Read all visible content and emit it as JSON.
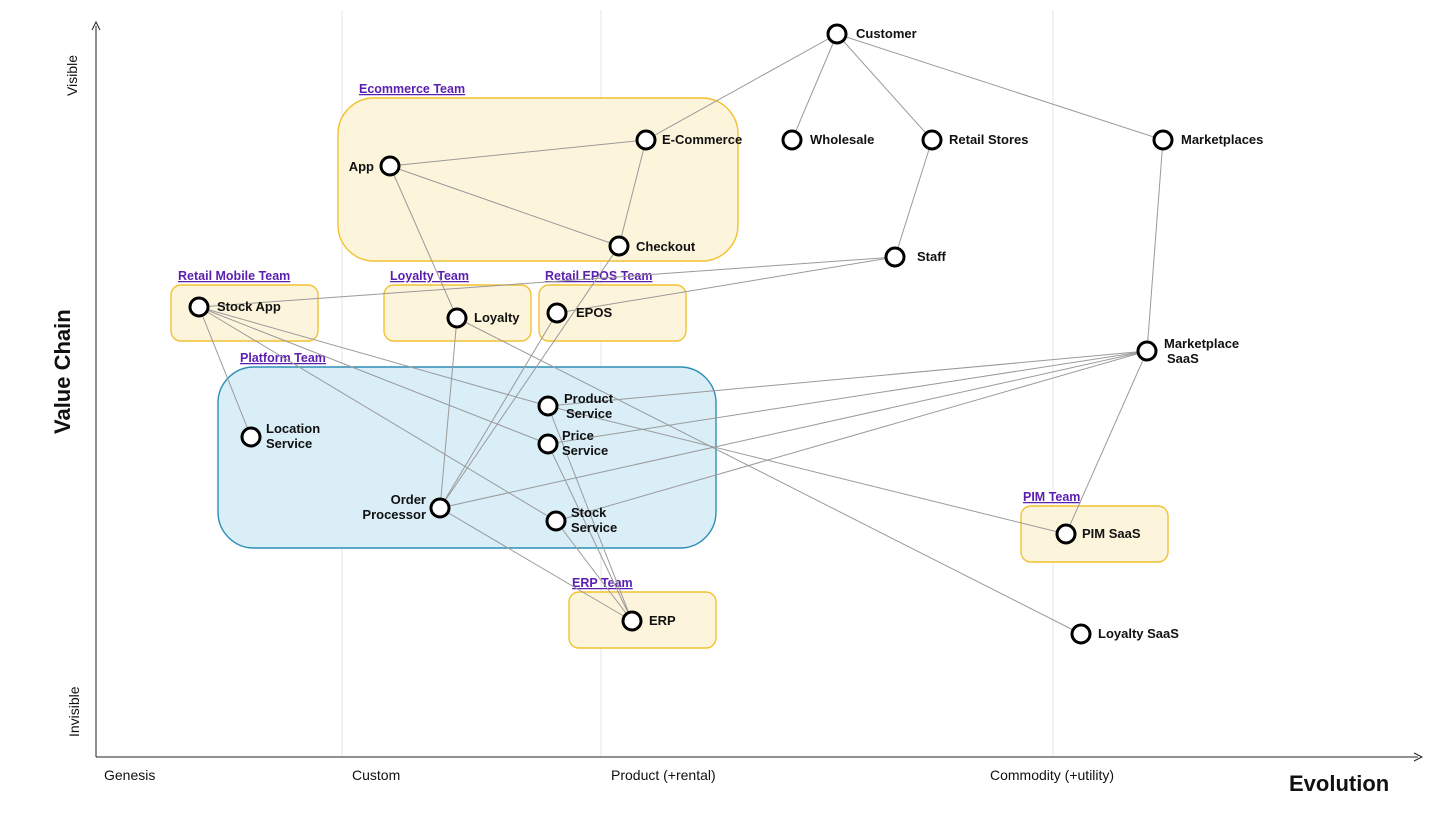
{
  "axes": {
    "x_title": "Evolution",
    "y_title": "Value Chain",
    "y_top": "Visible",
    "y_bottom": "Invisible",
    "stages": [
      "Genesis",
      "Custom",
      "Product (+rental)",
      "Commodity (+utility)"
    ]
  },
  "colors": {
    "team_fill": "#fdf4dc",
    "team_stroke": "#f2c230",
    "platform_fill": "#d9eef7",
    "platform_stroke": "#2e8fb5",
    "team_label": "#5b1fb0"
  },
  "teams": [
    {
      "id": "ecommerce",
      "label": "Ecommerce Team",
      "style": "team"
    },
    {
      "id": "retail_mobile",
      "label": "Retail Mobile Team",
      "style": "team"
    },
    {
      "id": "loyalty",
      "label": "Loyalty Team",
      "style": "team"
    },
    {
      "id": "retail_epos",
      "label": "Retail EPOS Team",
      "style": "team"
    },
    {
      "id": "platform",
      "label": "Platform Team",
      "style": "platform"
    },
    {
      "id": "pim",
      "label": "PIM Team",
      "style": "team"
    },
    {
      "id": "erp",
      "label": "ERP Team",
      "style": "team"
    }
  ],
  "components": [
    {
      "id": "customer",
      "label": [
        "Customer"
      ]
    },
    {
      "id": "ecommerce",
      "label": [
        "E-Commerce"
      ]
    },
    {
      "id": "wholesale",
      "label": [
        "Wholesale"
      ]
    },
    {
      "id": "retail_stores",
      "label": [
        "Retail Stores"
      ]
    },
    {
      "id": "marketplaces",
      "label": [
        "Marketplaces"
      ]
    },
    {
      "id": "app",
      "label": [
        "App"
      ]
    },
    {
      "id": "checkout",
      "label": [
        "Checkout"
      ]
    },
    {
      "id": "staff",
      "label": [
        "Staff"
      ]
    },
    {
      "id": "stock_app",
      "label": [
        "Stock App"
      ]
    },
    {
      "id": "loyalty",
      "label": [
        "Loyalty"
      ]
    },
    {
      "id": "epos",
      "label": [
        "EPOS"
      ]
    },
    {
      "id": "marketplace_saas",
      "label": [
        "Marketplace",
        "SaaS"
      ]
    },
    {
      "id": "product_service",
      "label": [
        "Product",
        "Service"
      ]
    },
    {
      "id": "location_service",
      "label": [
        "Location",
        "Service"
      ]
    },
    {
      "id": "price_service",
      "label": [
        "Price",
        "Service"
      ]
    },
    {
      "id": "order_processor",
      "label": [
        "Order",
        "Processor"
      ]
    },
    {
      "id": "stock_service",
      "label": [
        "Stock",
        "Service"
      ]
    },
    {
      "id": "pim_saas",
      "label": [
        "PIM SaaS"
      ]
    },
    {
      "id": "erp",
      "label": [
        "ERP"
      ]
    },
    {
      "id": "loyalty_saas",
      "label": [
        "Loyalty SaaS"
      ]
    }
  ],
  "links": [
    [
      "customer",
      "ecommerce"
    ],
    [
      "customer",
      "wholesale"
    ],
    [
      "customer",
      "retail_stores"
    ],
    [
      "customer",
      "marketplaces"
    ],
    [
      "ecommerce",
      "app"
    ],
    [
      "ecommerce",
      "checkout"
    ],
    [
      "app",
      "checkout"
    ],
    [
      "app",
      "loyalty"
    ],
    [
      "retail_stores",
      "staff"
    ],
    [
      "staff",
      "stock_app"
    ],
    [
      "staff",
      "epos"
    ],
    [
      "marketplaces",
      "marketplace_saas"
    ],
    [
      "marketplace_saas",
      "product_service"
    ],
    [
      "marketplace_saas",
      "price_service"
    ],
    [
      "marketplace_saas",
      "order_processor"
    ],
    [
      "marketplace_saas",
      "stock_service"
    ],
    [
      "marketplace_saas",
      "pim_saas"
    ],
    [
      "stock_app",
      "location_service"
    ],
    [
      "stock_app",
      "product_service"
    ],
    [
      "stock_app",
      "price_service"
    ],
    [
      "stock_app",
      "stock_service"
    ],
    [
      "checkout",
      "order_processor"
    ],
    [
      "epos",
      "order_processor"
    ],
    [
      "loyalty",
      "order_processor"
    ],
    [
      "loyalty",
      "loyalty_saas"
    ],
    [
      "product_service",
      "pim_saas"
    ],
    [
      "product_service",
      "erp"
    ],
    [
      "price_service",
      "erp"
    ],
    [
      "stock_service",
      "erp"
    ],
    [
      "order_processor",
      "erp"
    ]
  ]
}
